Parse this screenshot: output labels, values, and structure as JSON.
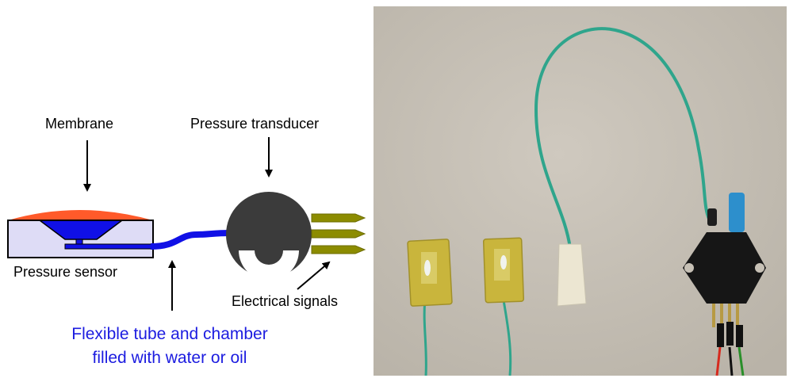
{
  "diagram": {
    "labels": {
      "membrane": "Membrane",
      "pressure_transducer": "Pressure transducer",
      "pressure_sensor": "Pressure sensor",
      "electrical_signals": "Electrical signals",
      "tube_line1": "Flexible tube and chamber",
      "tube_line2": "filled with water or oil"
    },
    "colors": {
      "membrane": "#ff5a2a",
      "fluid": "#1010e6",
      "sensor_body": "#dedcf6",
      "transducer": "#3b3b3b",
      "pins": "#8c8c00",
      "caption": "#1c1ce0",
      "arrow": "#000000"
    }
  },
  "photo": {
    "background": "#c7c1b6",
    "components": [
      "pad-sensor-1",
      "pad-sensor-2",
      "white-pad-sensor",
      "green-tube",
      "pressure-transducer-chip",
      "connector-wires"
    ]
  }
}
